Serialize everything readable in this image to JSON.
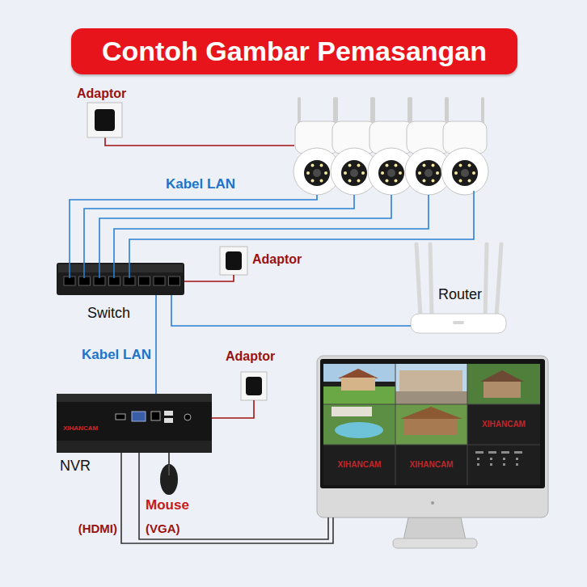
{
  "diagram": {
    "title": "Contoh Gambar Pemasangan",
    "nodes": [
      {
        "text": [
          "Adaptor"
        ]
      },
      {
        "text": [
          "Switch"
        ]
      },
      {
        "text": [
          "Adaptor"
        ]
      },
      {
        "text": [
          "Router"
        ]
      },
      {
        "text": [
          "Adaptor"
        ]
      },
      {
        "text": [
          "NVR",
          "XIHANCAM"
        ]
      },
      {
        "text": [
          "Mouse"
        ]
      },
      {
        "text": [
          "XIHANCAM",
          "XIHANCAM",
          "XIHANCAM"
        ]
      }
    ],
    "edges": [
      {
        "from": 2,
        "to": 1,
        "arrow": "none"
      },
      {
        "from": 1,
        "to": 3,
        "arrow": "none"
      },
      {
        "from": 1,
        "to": 5,
        "label": "Kabel LAN",
        "arrow": "none"
      },
      {
        "from": 4,
        "to": 5,
        "arrow": "none"
      },
      {
        "from": 6,
        "to": 5,
        "arrow": "none"
      },
      {
        "from": 5,
        "to": 7,
        "label": "(HDMI)",
        "arrow": "none"
      },
      {
        "from": 5,
        "to": 7,
        "label": "(VGA)",
        "arrow": "none"
      }
    ],
    "labels": [
      "Kabel LAN"
    ]
  }
}
